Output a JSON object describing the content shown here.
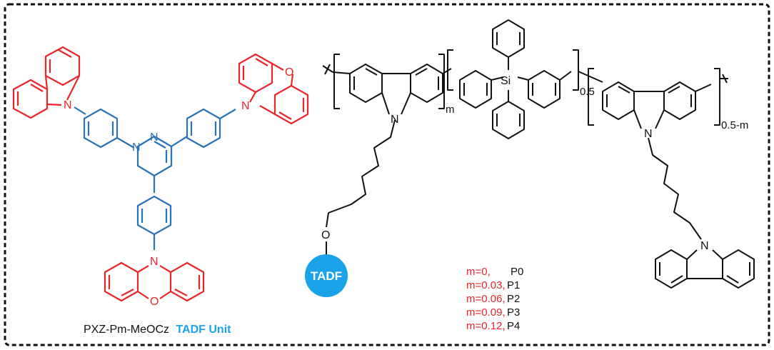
{
  "colors": {
    "red": "#e8262b",
    "blue": "#2873b8",
    "cyan": "#1aa3e8",
    "black": "#111111"
  },
  "left_molecule": {
    "n_carbazole": "N",
    "pyrimidine_n1": "N",
    "pyrimidine_n2": "N",
    "n_phenoxazine_right": "N",
    "o_phenoxazine_right": "O",
    "n_phenoxazine_bottom": "N",
    "o_phenoxazine_bottom": "O",
    "caption_name": "PXZ-Pm-MeOCz",
    "caption_unit": "TADF Unit"
  },
  "polymer": {
    "n_left": "N",
    "ether_o": "O",
    "si": "Si",
    "n_right": "N",
    "n_pendant": "N",
    "tadf_badge": "TADF",
    "sub_m": "m",
    "sub_half": "0.5",
    "sub_rest": "0.5-m"
  },
  "legend": [
    {
      "m": "m=0,",
      "p": "P0"
    },
    {
      "m": "m=0.03,",
      "p": "P1"
    },
    {
      "m": "m=0.06,",
      "p": "P2"
    },
    {
      "m": "m=0.09,",
      "p": "P3"
    },
    {
      "m": "m=0.12,",
      "p": "P4"
    }
  ]
}
